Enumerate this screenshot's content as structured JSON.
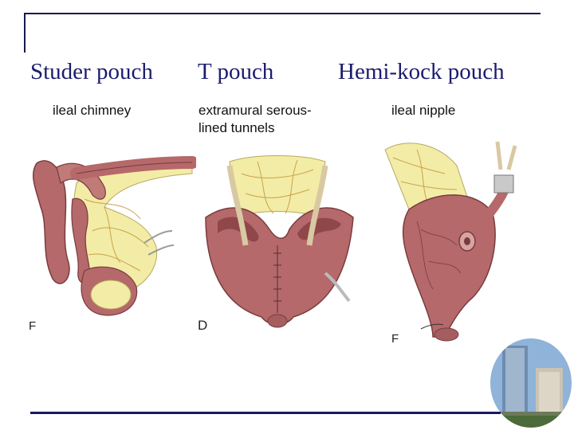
{
  "titles": {
    "studer": "Studer pouch",
    "t": "T pouch",
    "hemi": "Hemi-kock pouch"
  },
  "captions": {
    "studer": "ileal chimney",
    "t_line1": "extramural serous-",
    "t_line2": "lined tunnels",
    "hemi": "ileal nipple"
  },
  "panel_letters": {
    "studer": "F",
    "t": "D",
    "hemi": "F"
  },
  "colors": {
    "title": "#1c1c6e",
    "frame": "#1a1a4e",
    "tissue": "#b5696a",
    "tissue_dark": "#7a3b3d",
    "mesentery": "#f3eca6"
  }
}
